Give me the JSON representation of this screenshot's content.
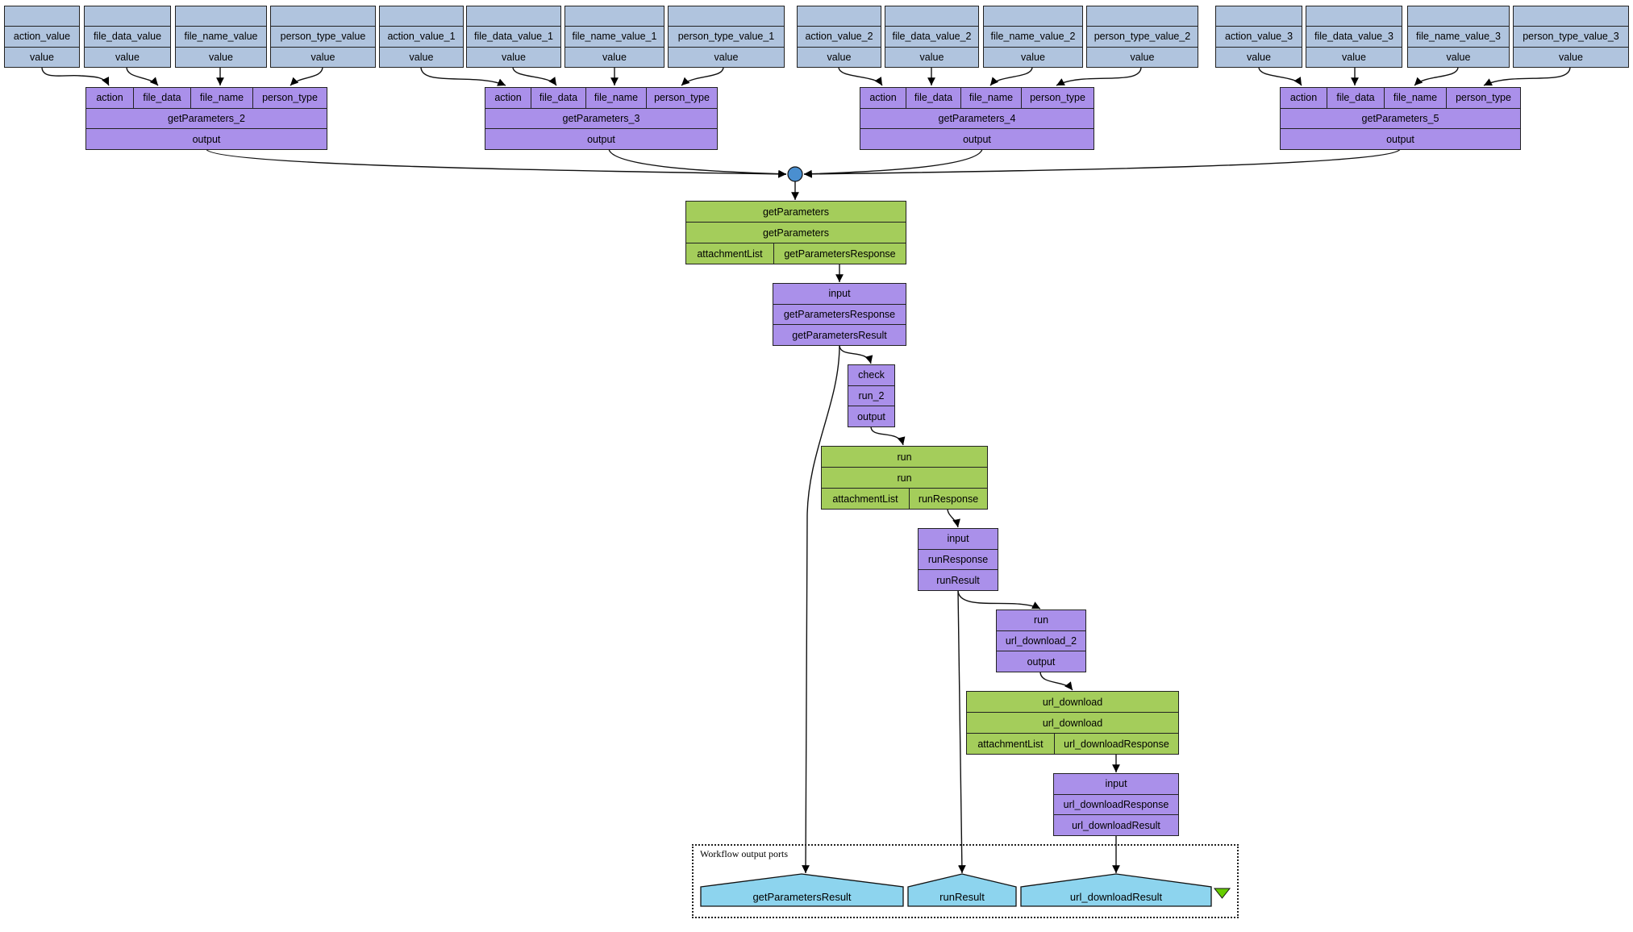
{
  "colors": {
    "input_value": "#b0c4de",
    "processor": "#aa90ea",
    "service": "#a4cd5b",
    "output_port": "#8dd4ee",
    "merge": "#4a8fd0",
    "collapse_marker": "#66cc00"
  },
  "input_groups": [
    {
      "inputs": [
        {
          "name": "action_value",
          "port": "value"
        },
        {
          "name": "file_data_value",
          "port": "value"
        },
        {
          "name": "file_name_value",
          "port": "value"
        },
        {
          "name": "person_type_value",
          "port": "value"
        }
      ],
      "processor": {
        "ports": [
          "action",
          "file_data",
          "file_name",
          "person_type"
        ],
        "name": "getParameters_2",
        "output": "output"
      }
    },
    {
      "inputs": [
        {
          "name": "action_value_1",
          "port": "value"
        },
        {
          "name": "file_data_value_1",
          "port": "value"
        },
        {
          "name": "file_name_value_1",
          "port": "value"
        },
        {
          "name": "person_type_value_1",
          "port": "value"
        }
      ],
      "processor": {
        "ports": [
          "action",
          "file_data",
          "file_name",
          "person_type"
        ],
        "name": "getParameters_3",
        "output": "output"
      }
    },
    {
      "inputs": [
        {
          "name": "action_value_2",
          "port": "value"
        },
        {
          "name": "file_data_value_2",
          "port": "value"
        },
        {
          "name": "file_name_value_2",
          "port": "value"
        },
        {
          "name": "person_type_value_2",
          "port": "value"
        }
      ],
      "processor": {
        "ports": [
          "action",
          "file_data",
          "file_name",
          "person_type"
        ],
        "name": "getParameters_4",
        "output": "output"
      }
    },
    {
      "inputs": [
        {
          "name": "action_value_3",
          "port": "value"
        },
        {
          "name": "file_data_value_3",
          "port": "value"
        },
        {
          "name": "file_name_value_3",
          "port": "value"
        },
        {
          "name": "person_type_value_3",
          "port": "value"
        }
      ],
      "processor": {
        "ports": [
          "action",
          "file_data",
          "file_name",
          "person_type"
        ],
        "name": "getParameters_5",
        "output": "output"
      }
    }
  ],
  "services": {
    "getParameters": {
      "title": "getParameters",
      "operation": "getParameters",
      "in": "attachmentList",
      "out": "getParametersResponse"
    },
    "getParameters_xpath": {
      "in": "input",
      "mid": "getParametersResponse",
      "out": "getParametersResult"
    },
    "check": {
      "in": "check",
      "name": "run_2",
      "out": "output"
    },
    "run": {
      "title": "run",
      "operation": "run",
      "in": "attachmentList",
      "out": "runResponse"
    },
    "run_xpath": {
      "in": "input",
      "mid": "runResponse",
      "out": "runResult"
    },
    "url_download_2": {
      "in": "run",
      "name": "url_download_2",
      "out": "output"
    },
    "url_download": {
      "title": "url_download",
      "operation": "url_download",
      "in": "attachmentList",
      "out": "url_downloadResponse"
    },
    "url_download_xpath": {
      "in": "input",
      "mid": "url_downloadResponse",
      "out": "url_downloadResult"
    }
  },
  "outputs": {
    "label": "Workflow output ports",
    "ports": [
      "getParametersResult",
      "runResult",
      "url_downloadResult"
    ]
  }
}
